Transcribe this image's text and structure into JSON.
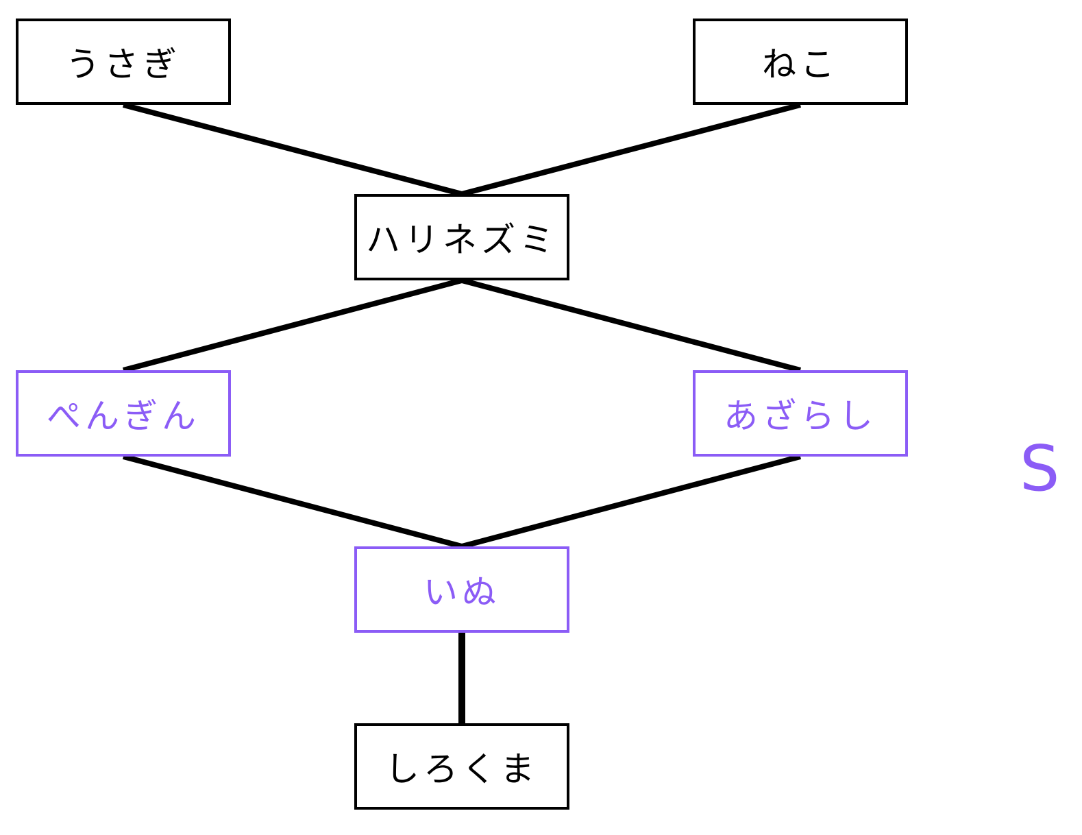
{
  "colors": {
    "default": "#000000",
    "highlight": "#8b5cf6"
  },
  "nodes": {
    "usagi": {
      "label": "うさぎ",
      "highlighted": false
    },
    "neko": {
      "label": "ねこ",
      "highlighted": false
    },
    "harinezumi": {
      "label": "ハリネズミ",
      "highlighted": false
    },
    "pengin": {
      "label": "ぺんぎん",
      "highlighted": true
    },
    "azarashi": {
      "label": "あざらし",
      "highlighted": true
    },
    "inu": {
      "label": "いぬ",
      "highlighted": true
    },
    "shirokuma": {
      "label": "しろくま",
      "highlighted": false
    }
  },
  "edges": [
    {
      "from": "usagi",
      "to": "harinezumi"
    },
    {
      "from": "neko",
      "to": "harinezumi"
    },
    {
      "from": "harinezumi",
      "to": "pengin"
    },
    {
      "from": "harinezumi",
      "to": "azarashi"
    },
    {
      "from": "pengin",
      "to": "inu"
    },
    {
      "from": "azarashi",
      "to": "inu"
    },
    {
      "from": "inu",
      "to": "shirokuma"
    }
  ],
  "side_mark": {
    "label": "S"
  }
}
